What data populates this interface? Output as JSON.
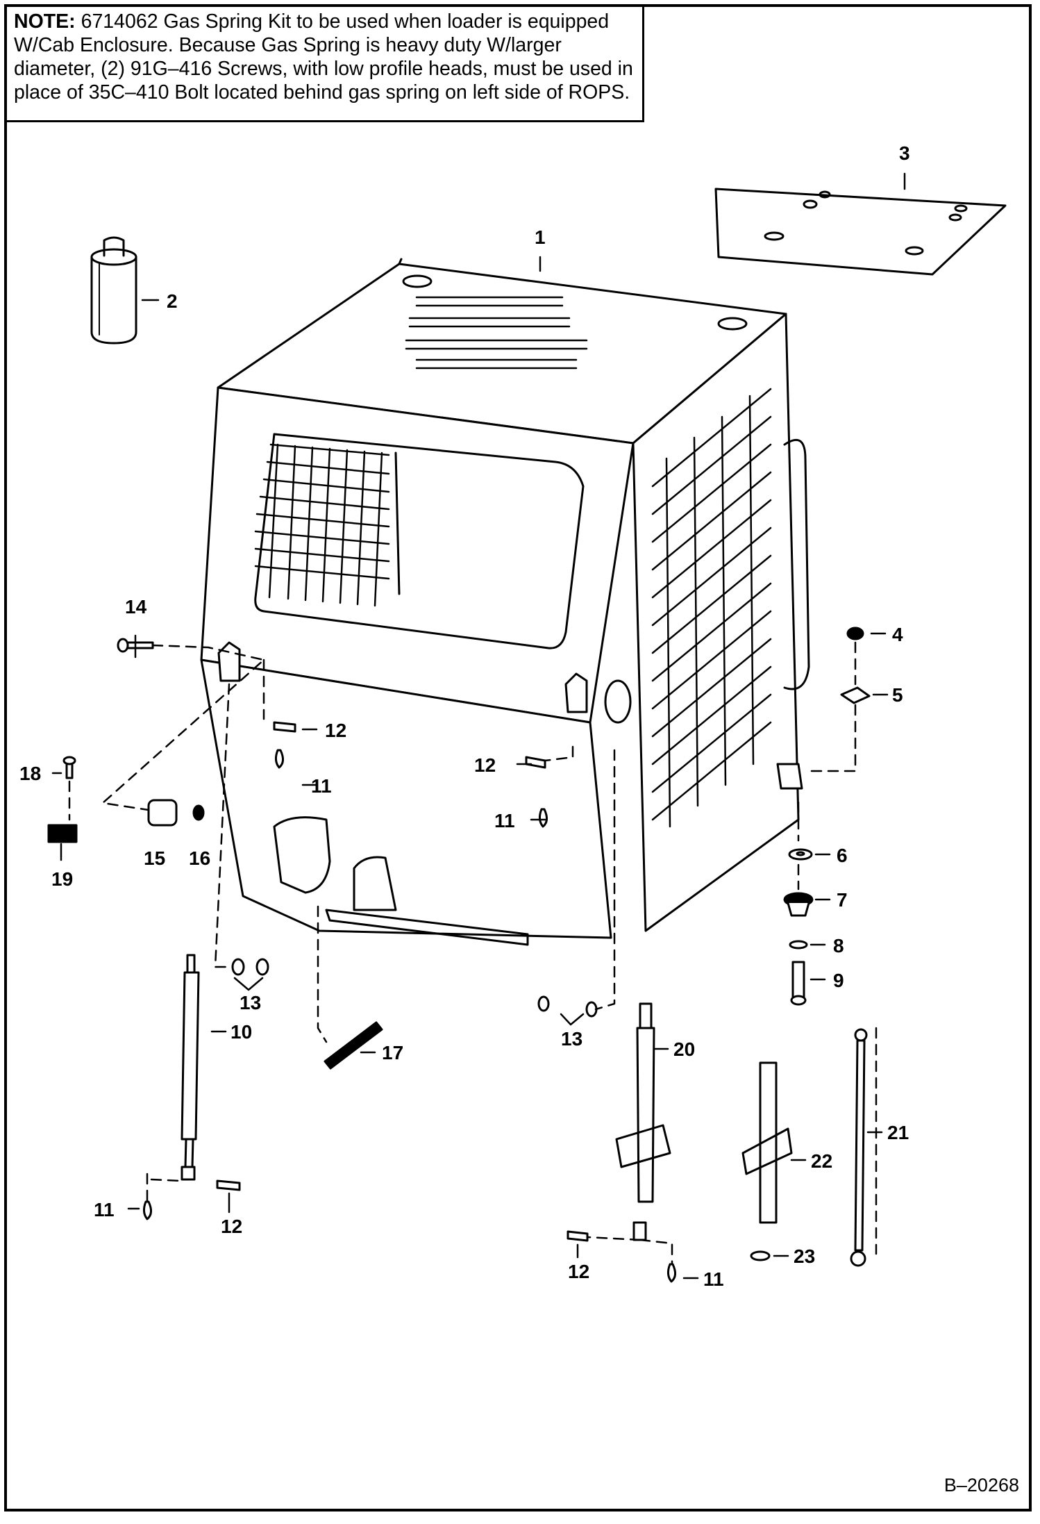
{
  "note": {
    "label": "NOTE:",
    "text": "6714062 Gas Spring Kit to be used when loader is equipped W/Cab Enclosure. Because Gas Spring is heavy duty W/larger diameter, (2) 91G–416 Screws, with low profile heads, must be used in place of 35C–410 Bolt located behind gas spring on left side of ROPS."
  },
  "callouts": {
    "c1": "1",
    "c2": "2",
    "c3": "3",
    "c4": "4",
    "c5": "5",
    "c6": "6",
    "c7": "7",
    "c8": "8",
    "c9": "9",
    "c10": "10",
    "c11a": "11",
    "c11b": "11",
    "c11c": "11",
    "c11d": "11",
    "c12a": "12",
    "c12b": "12",
    "c12c": "12",
    "c12d": "12",
    "c13a": "13",
    "c13b": "13",
    "c14": "14",
    "c15": "15",
    "c16": "16",
    "c17": "17",
    "c18": "18",
    "c19": "19",
    "c20": "20",
    "c21": "21",
    "c22": "22",
    "c23": "23"
  },
  "drawing_code": "B–20268"
}
